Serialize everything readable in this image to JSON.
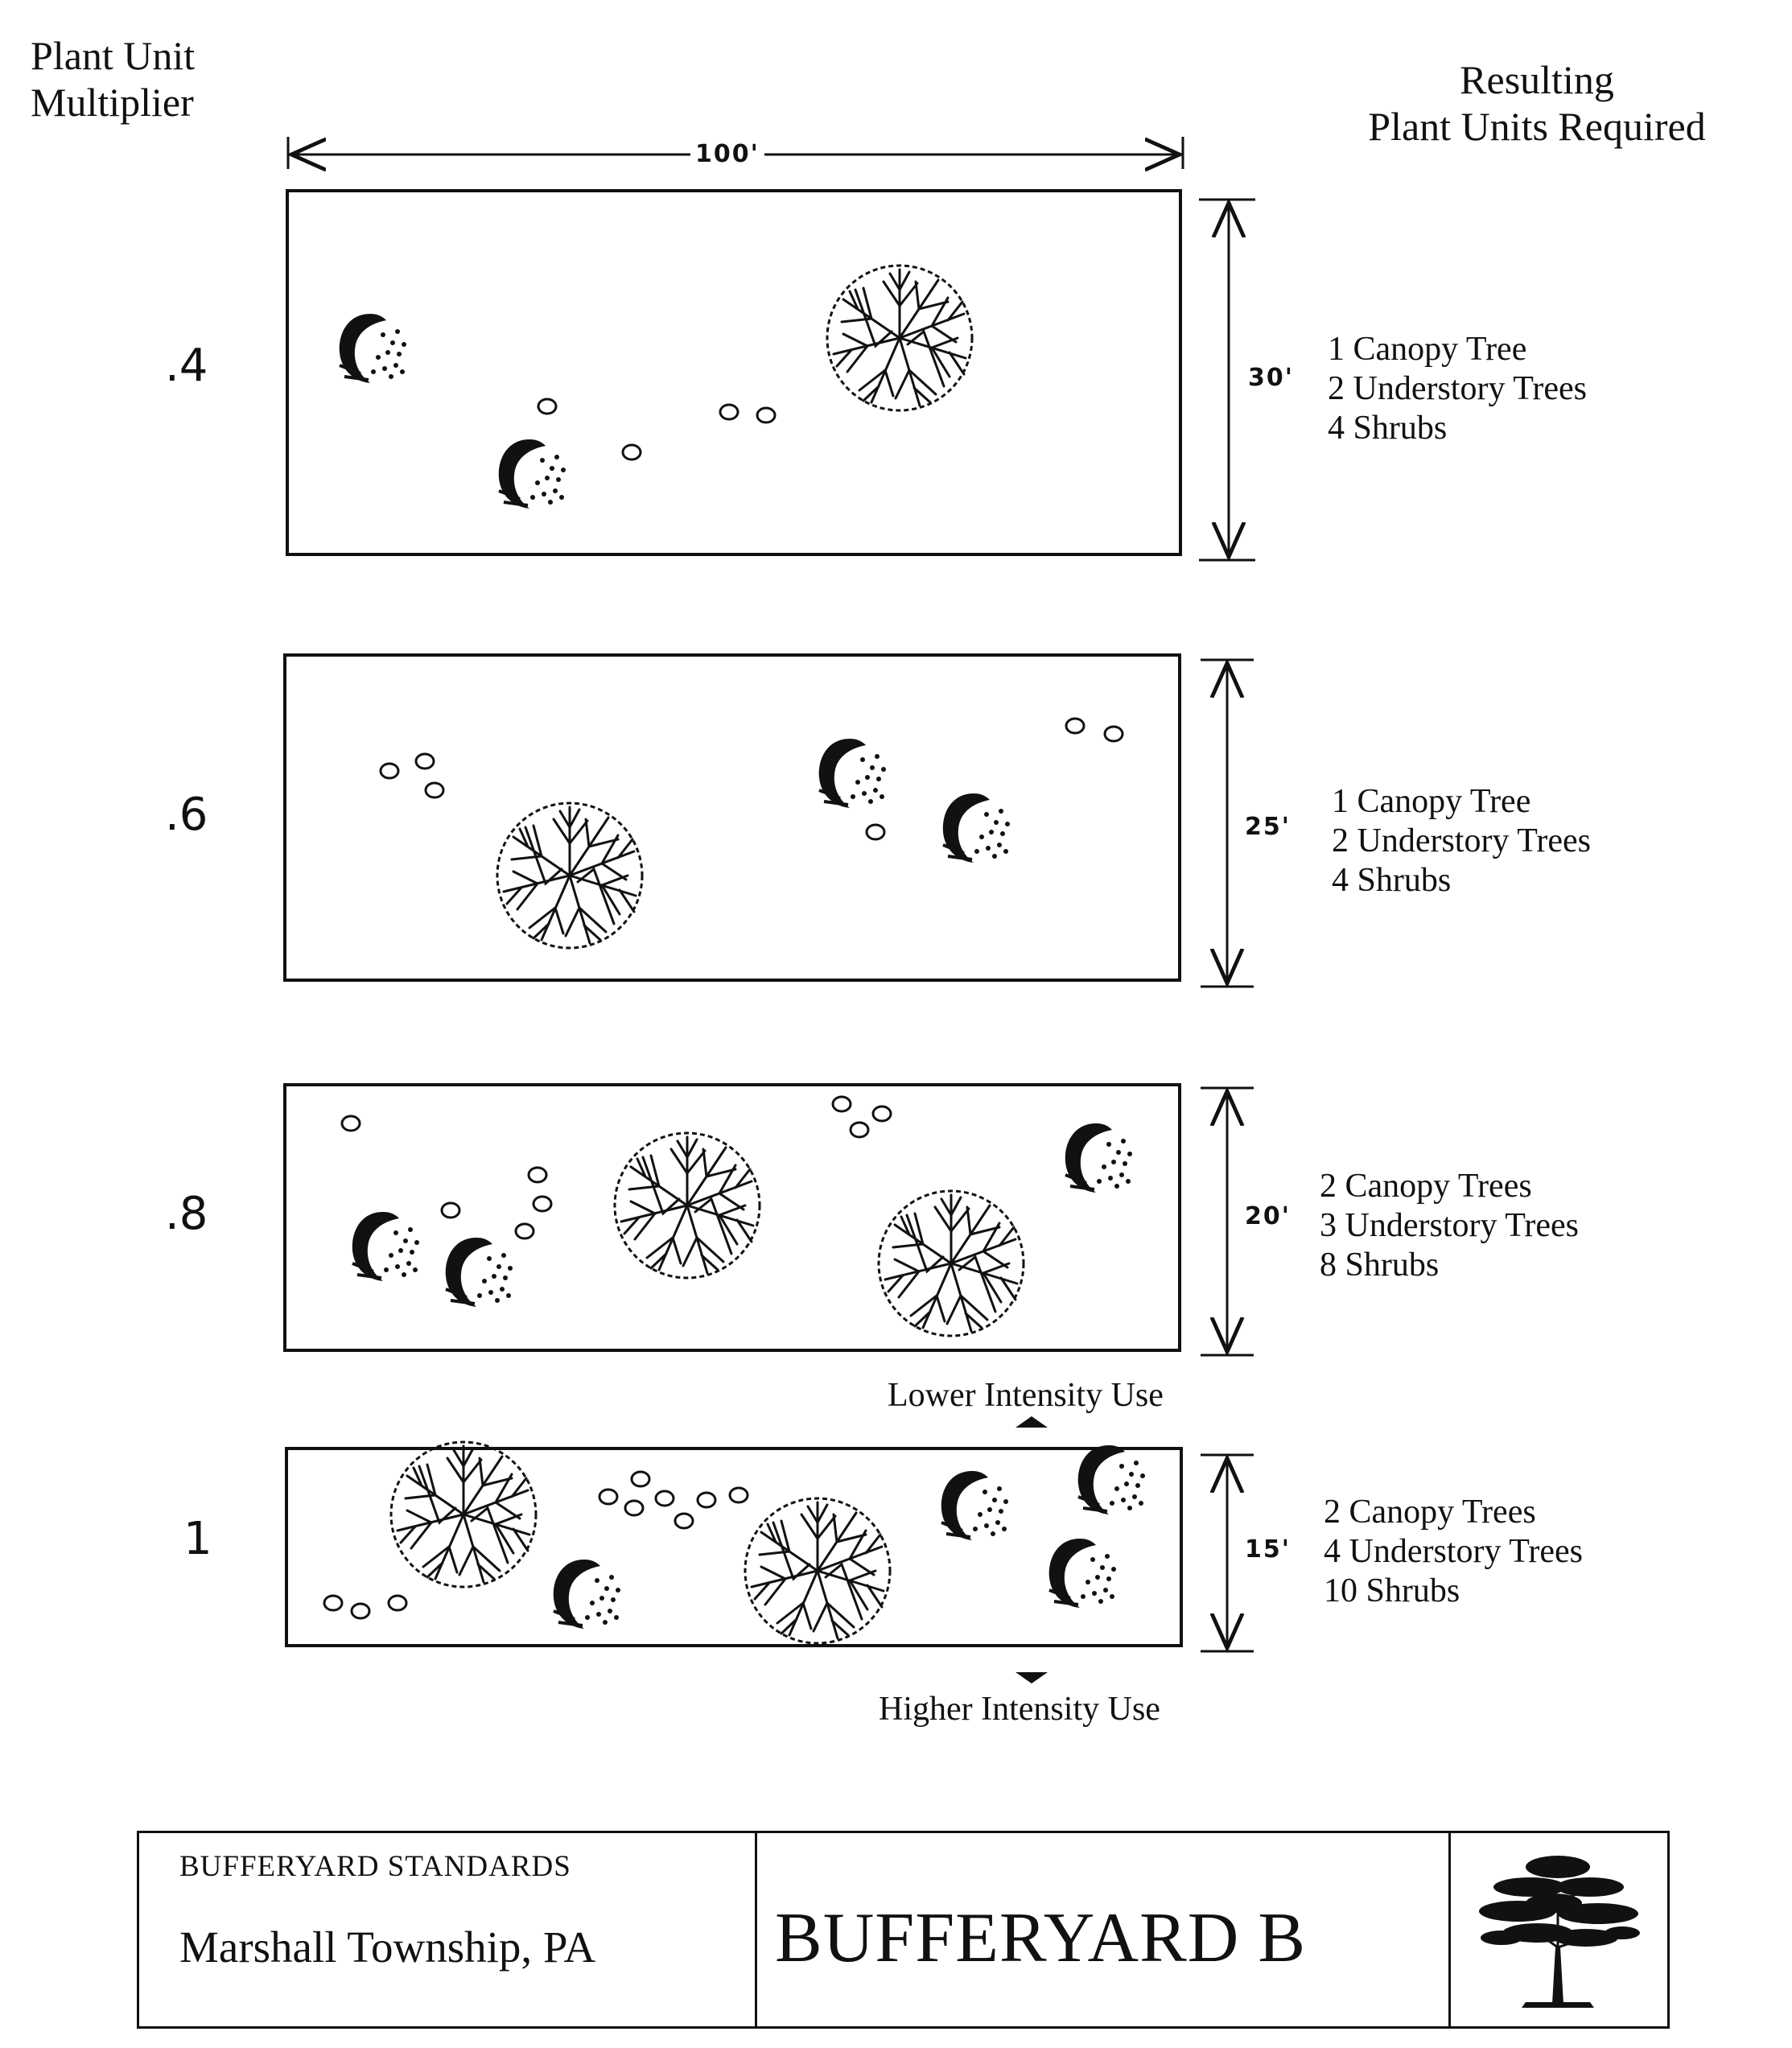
{
  "header": {
    "left_line1": "Plant Unit",
    "left_line2": "Multiplier",
    "right_line1": "Resulting",
    "right_line2": "Plant Units Required"
  },
  "top_dimension": "100'",
  "buffers": [
    {
      "multiplier": ".4",
      "depth": "30'",
      "canopy": "1 Canopy Tree",
      "understory": "2 Understory Trees",
      "shrubs": "4 Shrubs"
    },
    {
      "multiplier": ".6",
      "depth": "25'",
      "canopy": "1 Canopy Tree",
      "understory": "2 Understory Trees",
      "shrubs": "4 Shrubs"
    },
    {
      "multiplier": ".8",
      "depth": "20'",
      "canopy": "2 Canopy Trees",
      "understory": "3 Understory Trees",
      "shrubs": "8 Shrubs"
    },
    {
      "multiplier": "1",
      "depth": "15'",
      "canopy": "2 Canopy Trees",
      "understory": "4 Understory Trees",
      "shrubs": "10 Shrubs"
    }
  ],
  "intensity": {
    "lower": "Lower Intensity Use",
    "higher": "Higher Intensity Use"
  },
  "title_block": {
    "category": "BUFFERYARD STANDARDS",
    "place": "Marshall Township, PA",
    "title": "BUFFERYARD B"
  },
  "icons": {
    "canopy": "canopy-tree-icon",
    "understory": "understory-tree-icon",
    "shrub": "shrub-icon",
    "logo": "tree-logo-icon"
  }
}
